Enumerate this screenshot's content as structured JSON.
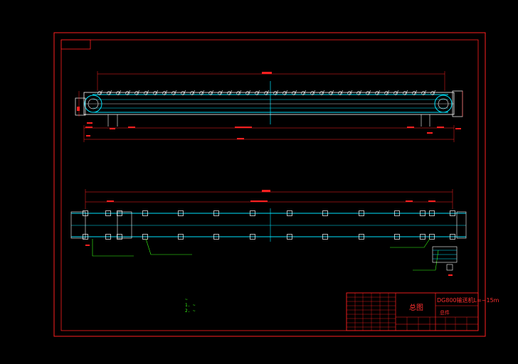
{
  "drawing": {
    "colors": {
      "background": "#000000",
      "frame": "#ff2020",
      "outline": "#ffffff",
      "belt": "#00e5ff",
      "dimension": "#ff2020",
      "leader_text": "#39ff14",
      "title_text": "#ff3030"
    },
    "top_view": {
      "overall_dim": "~",
      "lower_dim": "~",
      "center_note": "~"
    },
    "plan_view": {
      "overall_dim": "~",
      "center_note": "~",
      "leader_labels": [
        "~",
        "~",
        "~",
        "~"
      ]
    },
    "notes": {
      "heading": "~",
      "lines": [
        "1. ~",
        "2. ~"
      ]
    },
    "title_block": {
      "title": "总图",
      "product": "DG800输送机L=~15m",
      "sub": "总件"
    }
  }
}
